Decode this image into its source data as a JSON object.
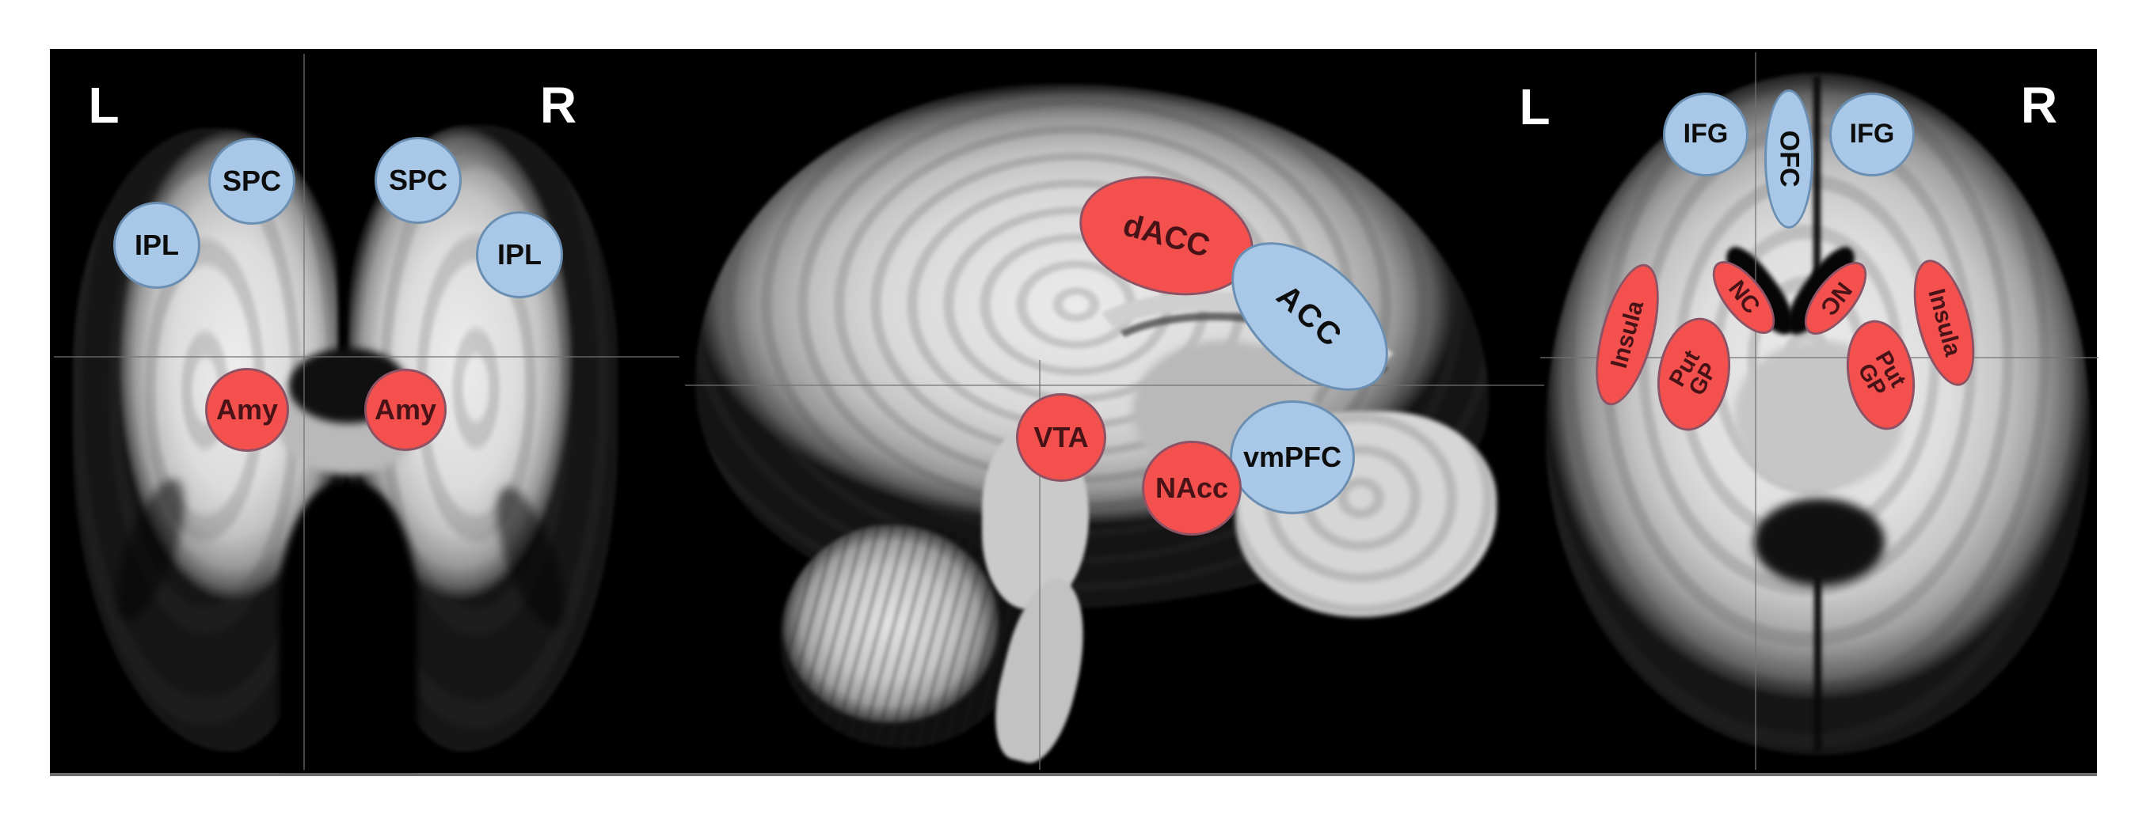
{
  "colors": {
    "page_background": "#ffffff",
    "figure_background": "#000000",
    "red_region_fill": "#f4504e",
    "red_region_border": "#8d5364",
    "blue_region_fill": "#a9c7e6",
    "blue_region_border": "#6a8fb3",
    "orientation_letter": "#ffffff"
  },
  "coronal": {
    "left_letter": "L",
    "right_letter": "R",
    "markers": [
      {
        "label": "SPC"
      },
      {
        "label": "SPC"
      },
      {
        "label": "IPL"
      },
      {
        "label": "IPL"
      },
      {
        "label": "Amy"
      },
      {
        "label": "Amy"
      }
    ]
  },
  "sagittal": {
    "markers": [
      {
        "label": "dACC"
      },
      {
        "label": "ACC"
      },
      {
        "label": "vmPFC"
      },
      {
        "label": "NAcc"
      },
      {
        "label": "VTA"
      }
    ]
  },
  "axial": {
    "left_letter": "L",
    "right_letter": "R",
    "markers": [
      {
        "label": "IFG"
      },
      {
        "label": "OFC"
      },
      {
        "label": "IFG"
      },
      {
        "label": "NC"
      },
      {
        "label": "NC"
      },
      {
        "label": "Insula"
      },
      {
        "label": "Insula"
      },
      {
        "line1": "Put",
        "line2": "GP"
      },
      {
        "line1": "Put",
        "line2": "GP"
      }
    ]
  }
}
